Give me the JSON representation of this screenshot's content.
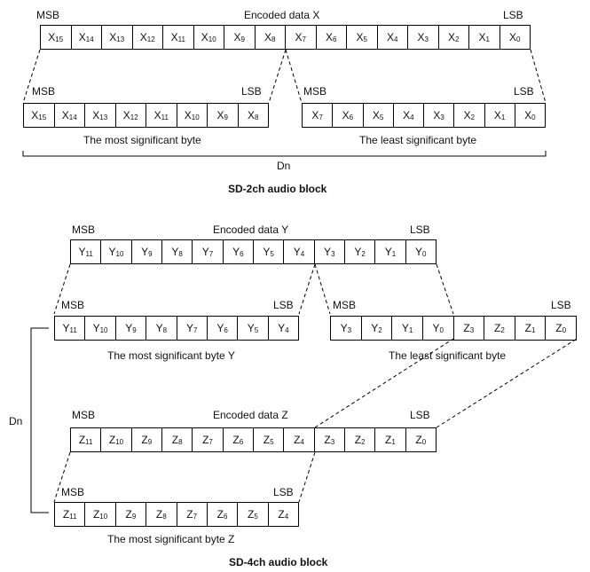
{
  "labels": {
    "msb": "MSB",
    "lsb": "LSB",
    "dn": "Dn",
    "encoded_x": "Encoded data X",
    "encoded_y": "Encoded data Y",
    "encoded_z": "Encoded data Z",
    "msbyte": "The most significant byte",
    "lsbyte": "The least significant byte",
    "msbyte_y": "The most significant byte Y",
    "lsbyte_y": "The least significant byte",
    "msbyte_z": "The most significant byte Z",
    "title_2ch": "SD-2ch audio block",
    "title_4ch": "SD-4ch audio block"
  },
  "registers": {
    "x_full": [
      [
        "X",
        "15"
      ],
      [
        "X",
        "14"
      ],
      [
        "X",
        "13"
      ],
      [
        "X",
        "12"
      ],
      [
        "X",
        "11"
      ],
      [
        "X",
        "10"
      ],
      [
        "X",
        "9"
      ],
      [
        "X",
        "8"
      ],
      [
        "X",
        "7"
      ],
      [
        "X",
        "6"
      ],
      [
        "X",
        "5"
      ],
      [
        "X",
        "4"
      ],
      [
        "X",
        "3"
      ],
      [
        "X",
        "2"
      ],
      [
        "X",
        "1"
      ],
      [
        "X",
        "0"
      ]
    ],
    "x_msb": [
      [
        "X",
        "15"
      ],
      [
        "X",
        "14"
      ],
      [
        "X",
        "13"
      ],
      [
        "X",
        "12"
      ],
      [
        "X",
        "11"
      ],
      [
        "X",
        "10"
      ],
      [
        "X",
        "9"
      ],
      [
        "X",
        "8"
      ]
    ],
    "x_lsb": [
      [
        "X",
        "7"
      ],
      [
        "X",
        "6"
      ],
      [
        "X",
        "5"
      ],
      [
        "X",
        "4"
      ],
      [
        "X",
        "3"
      ],
      [
        "X",
        "2"
      ],
      [
        "X",
        "1"
      ],
      [
        "X",
        "0"
      ]
    ],
    "y_full": [
      [
        "Y",
        "11"
      ],
      [
        "Y",
        "10"
      ],
      [
        "Y",
        "9"
      ],
      [
        "Y",
        "8"
      ],
      [
        "Y",
        "7"
      ],
      [
        "Y",
        "6"
      ],
      [
        "Y",
        "5"
      ],
      [
        "Y",
        "4"
      ],
      [
        "Y",
        "3"
      ],
      [
        "Y",
        "2"
      ],
      [
        "Y",
        "1"
      ],
      [
        "Y",
        "0"
      ]
    ],
    "y_msb": [
      [
        "Y",
        "11"
      ],
      [
        "Y",
        "10"
      ],
      [
        "Y",
        "9"
      ],
      [
        "Y",
        "8"
      ],
      [
        "Y",
        "7"
      ],
      [
        "Y",
        "6"
      ],
      [
        "Y",
        "5"
      ],
      [
        "Y",
        "4"
      ]
    ],
    "yz_lsb": [
      [
        "Y",
        "3"
      ],
      [
        "Y",
        "2"
      ],
      [
        "Y",
        "1"
      ],
      [
        "Y",
        "0"
      ],
      [
        "Z",
        "3"
      ],
      [
        "Z",
        "2"
      ],
      [
        "Z",
        "1"
      ],
      [
        "Z",
        "0"
      ]
    ],
    "z_full": [
      [
        "Z",
        "11"
      ],
      [
        "Z",
        "10"
      ],
      [
        "Z",
        "9"
      ],
      [
        "Z",
        "8"
      ],
      [
        "Z",
        "7"
      ],
      [
        "Z",
        "6"
      ],
      [
        "Z",
        "5"
      ],
      [
        "Z",
        "4"
      ],
      [
        "Z",
        "3"
      ],
      [
        "Z",
        "2"
      ],
      [
        "Z",
        "1"
      ],
      [
        "Z",
        "0"
      ]
    ],
    "z_msb": [
      [
        "Z",
        "11"
      ],
      [
        "Z",
        "10"
      ],
      [
        "Z",
        "9"
      ],
      [
        "Z",
        "8"
      ],
      [
        "Z",
        "7"
      ],
      [
        "Z",
        "6"
      ],
      [
        "Z",
        "5"
      ],
      [
        "Z",
        "4"
      ]
    ]
  }
}
